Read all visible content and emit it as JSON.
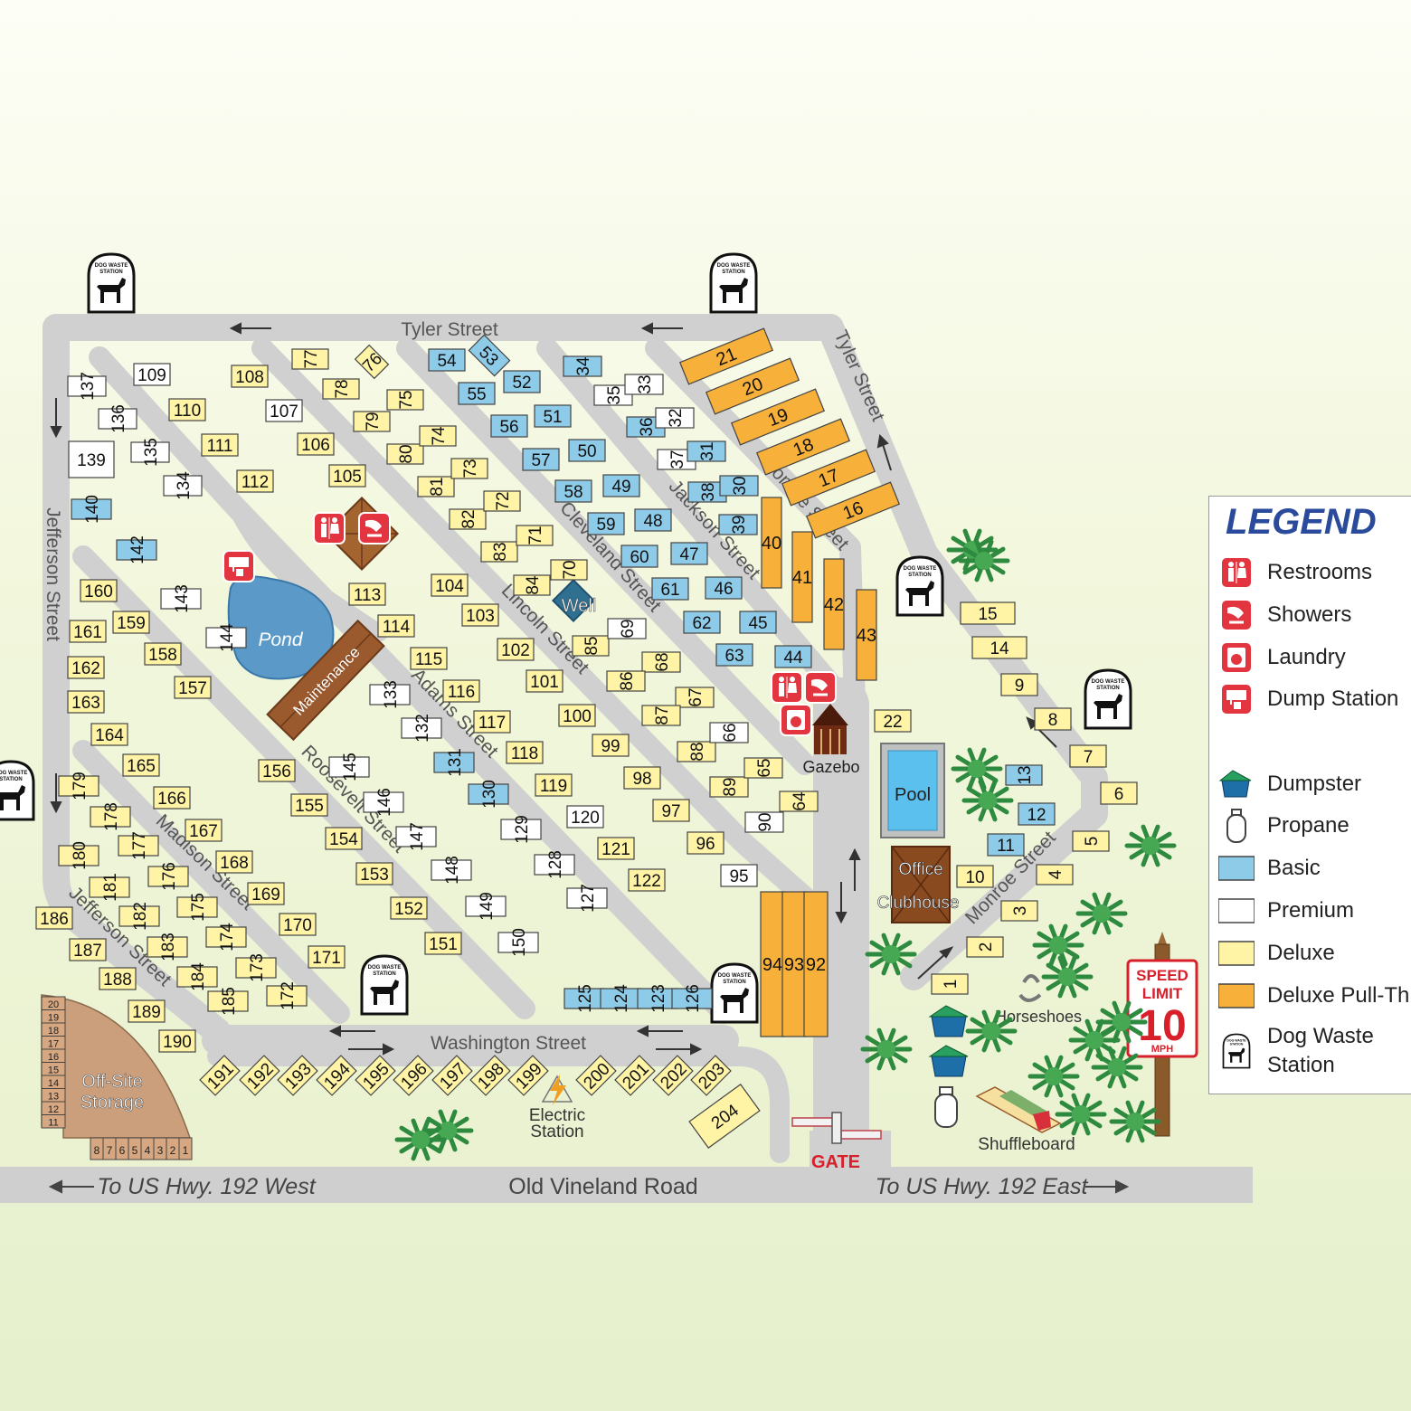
{
  "streets": {
    "tyler_top": "Tyler Street",
    "tyler_right": "Tyler Street",
    "jefferson_left": "Jefferson Street",
    "jefferson_bottom": "Jefferson Street",
    "madison": "Madison Street",
    "roosevelt": "Roosevelt Street",
    "adams": "Adams Street",
    "lincoln": "Lincoln Street",
    "cleveland": "Cleveland Street",
    "jackson": "Jackson Street",
    "monroe_top": "Monroe Street",
    "monroe_bottom": "Monroe Street",
    "washington": "Washington Street",
    "old_vineland": "Old Vineland Road",
    "to_west": "To US Hwy. 192 West",
    "to_east": "To US Hwy. 192 East"
  },
  "places": {
    "pond": "Pond",
    "maintenance": "Maintenance",
    "well": "Well",
    "gazebo": "Gazebo",
    "pool": "Pool",
    "office": "Office",
    "clubhouse": "Clubhouse",
    "horseshoes": "Horseshoes",
    "shuffleboard": "Shuffleboard",
    "electric_1": "Electric",
    "electric_2": "Station",
    "offsite_1": "Off-Site",
    "offsite_2": "Storage",
    "gate": "GATE"
  },
  "dog_station_sign": [
    "DOG WASTE",
    "STATION"
  ],
  "speed_sign": {
    "line1": "SPEED",
    "line2": "LIMIT",
    "number": "10",
    "unit": "MPH"
  },
  "legend": {
    "title": "LEGEND",
    "items": [
      {
        "label": "Restrooms",
        "icon": "restroom-icon"
      },
      {
        "label": "Showers",
        "icon": "shower-icon"
      },
      {
        "label": "Laundry",
        "icon": "laundry-icon"
      },
      {
        "label": "Dump Station",
        "icon": "dump-station-icon"
      },
      {
        "label": "Dumpster",
        "icon": "dumpster-icon"
      },
      {
        "label": "Propane",
        "icon": "propane-icon"
      },
      {
        "label": "Basic",
        "icon": "basic-swatch"
      },
      {
        "label": "Premium",
        "icon": "premium-swatch"
      },
      {
        "label": "Deluxe",
        "icon": "deluxe-swatch"
      },
      {
        "label": "Deluxe Pull-Thru",
        "icon": "deluxe-pull-thru-swatch"
      },
      {
        "label": "Dog Waste Station",
        "icon": "dog-waste-station-icon"
      }
    ]
  },
  "colors": {
    "basic": "#8ecbe8",
    "premium": "#ffffff",
    "deluxe": "#fff3a6",
    "deluxe_pull_thru": "#f7b13a",
    "road": "#d2d2d2",
    "legend_title": "#2a4a9c",
    "facility_red": "#e2353f"
  },
  "sites": [
    {
      "n": "137",
      "t": "premium"
    },
    {
      "n": "136",
      "t": "premium"
    },
    {
      "n": "135",
      "t": "premium"
    },
    {
      "n": "134",
      "t": "premium"
    },
    {
      "n": "139",
      "t": "premium"
    },
    {
      "n": "109",
      "t": "premium"
    },
    {
      "n": "108",
      "t": "deluxe"
    },
    {
      "n": "107",
      "t": "premium"
    },
    {
      "n": "110",
      "t": "deluxe"
    },
    {
      "n": "111",
      "t": "deluxe"
    },
    {
      "n": "112",
      "t": "deluxe"
    },
    {
      "n": "106",
      "t": "deluxe"
    },
    {
      "n": "105",
      "t": "deluxe"
    },
    {
      "n": "77",
      "t": "deluxe"
    },
    {
      "n": "76",
      "t": "deluxe"
    },
    {
      "n": "78",
      "t": "deluxe"
    },
    {
      "n": "79",
      "t": "deluxe"
    },
    {
      "n": "75",
      "t": "deluxe"
    },
    {
      "n": "80",
      "t": "deluxe"
    },
    {
      "n": "74",
      "t": "deluxe"
    },
    {
      "n": "81",
      "t": "deluxe"
    },
    {
      "n": "73",
      "t": "deluxe"
    },
    {
      "n": "82",
      "t": "deluxe"
    },
    {
      "n": "72",
      "t": "deluxe"
    },
    {
      "n": "83",
      "t": "deluxe"
    },
    {
      "n": "71",
      "t": "deluxe"
    },
    {
      "n": "84",
      "t": "deluxe"
    },
    {
      "n": "70",
      "t": "deluxe"
    },
    {
      "n": "85",
      "t": "deluxe"
    },
    {
      "n": "54",
      "t": "basic"
    },
    {
      "n": "53",
      "t": "basic"
    },
    {
      "n": "55",
      "t": "basic"
    },
    {
      "n": "52",
      "t": "basic"
    },
    {
      "n": "56",
      "t": "basic"
    },
    {
      "n": "51",
      "t": "basic"
    },
    {
      "n": "57",
      "t": "basic"
    },
    {
      "n": "50",
      "t": "basic"
    },
    {
      "n": "58",
      "t": "basic"
    },
    {
      "n": "49",
      "t": "basic"
    },
    {
      "n": "59",
      "t": "basic"
    },
    {
      "n": "48",
      "t": "basic"
    },
    {
      "n": "60",
      "t": "basic"
    },
    {
      "n": "47",
      "t": "basic"
    },
    {
      "n": "61",
      "t": "basic"
    },
    {
      "n": "46",
      "t": "basic"
    },
    {
      "n": "62",
      "t": "basic"
    },
    {
      "n": "45",
      "t": "basic"
    },
    {
      "n": "63",
      "t": "basic"
    },
    {
      "n": "44",
      "t": "basic"
    },
    {
      "n": "34",
      "t": "basic"
    },
    {
      "n": "35",
      "t": "premium"
    },
    {
      "n": "33",
      "t": "premium"
    },
    {
      "n": "36",
      "t": "basic"
    },
    {
      "n": "32",
      "t": "premium"
    },
    {
      "n": "37",
      "t": "premium"
    },
    {
      "n": "31",
      "t": "basic"
    },
    {
      "n": "38",
      "t": "basic"
    },
    {
      "n": "30",
      "t": "basic"
    },
    {
      "n": "39",
      "t": "basic"
    },
    {
      "n": "21",
      "t": "pull"
    },
    {
      "n": "20",
      "t": "pull"
    },
    {
      "n": "19",
      "t": "pull"
    },
    {
      "n": "18",
      "t": "pull"
    },
    {
      "n": "17",
      "t": "pull"
    },
    {
      "n": "16",
      "t": "pull"
    },
    {
      "n": "40",
      "t": "pull"
    },
    {
      "n": "41",
      "t": "pull"
    },
    {
      "n": "42",
      "t": "pull"
    },
    {
      "n": "43",
      "t": "pull"
    },
    {
      "n": "140",
      "t": "basic"
    },
    {
      "n": "142",
      "t": "basic"
    },
    {
      "n": "143",
      "t": "premium"
    },
    {
      "n": "144",
      "t": "premium"
    },
    {
      "n": "113",
      "t": "deluxe"
    },
    {
      "n": "114",
      "t": "deluxe"
    },
    {
      "n": "115",
      "t": "deluxe"
    },
    {
      "n": "116",
      "t": "deluxe"
    },
    {
      "n": "117",
      "t": "deluxe"
    },
    {
      "n": "118",
      "t": "deluxe"
    },
    {
      "n": "119",
      "t": "deluxe"
    },
    {
      "n": "120",
      "t": "premium"
    },
    {
      "n": "121",
      "t": "deluxe"
    },
    {
      "n": "122",
      "t": "deluxe"
    },
    {
      "n": "104",
      "t": "deluxe"
    },
    {
      "n": "103",
      "t": "deluxe"
    },
    {
      "n": "102",
      "t": "deluxe"
    },
    {
      "n": "101",
      "t": "deluxe"
    },
    {
      "n": "100",
      "t": "deluxe"
    },
    {
      "n": "99",
      "t": "deluxe"
    },
    {
      "n": "98",
      "t": "deluxe"
    },
    {
      "n": "97",
      "t": "deluxe"
    },
    {
      "n": "96",
      "t": "deluxe"
    },
    {
      "n": "95",
      "t": "premium"
    },
    {
      "n": "69",
      "t": "premium"
    },
    {
      "n": "68",
      "t": "deluxe"
    },
    {
      "n": "67",
      "t": "deluxe"
    },
    {
      "n": "86",
      "t": "deluxe"
    },
    {
      "n": "87",
      "t": "deluxe"
    },
    {
      "n": "88",
      "t": "deluxe"
    },
    {
      "n": "89",
      "t": "deluxe"
    },
    {
      "n": "66",
      "t": "premium"
    },
    {
      "n": "65",
      "t": "deluxe"
    },
    {
      "n": "64",
      "t": "deluxe"
    },
    {
      "n": "90",
      "t": "premium"
    },
    {
      "n": "133",
      "t": "premium"
    },
    {
      "n": "132",
      "t": "premium"
    },
    {
      "n": "131",
      "t": "basic"
    },
    {
      "n": "130",
      "t": "basic"
    },
    {
      "n": "129",
      "t": "premium"
    },
    {
      "n": "128",
      "t": "premium"
    },
    {
      "n": "127",
      "t": "premium"
    },
    {
      "n": "160",
      "t": "deluxe"
    },
    {
      "n": "161",
      "t": "deluxe"
    },
    {
      "n": "159",
      "t": "deluxe"
    },
    {
      "n": "158",
      "t": "deluxe"
    },
    {
      "n": "162",
      "t": "deluxe"
    },
    {
      "n": "157",
      "t": "deluxe"
    },
    {
      "n": "163",
      "t": "deluxe"
    },
    {
      "n": "164",
      "t": "deluxe"
    },
    {
      "n": "165",
      "t": "deluxe"
    },
    {
      "n": "166",
      "t": "deluxe"
    },
    {
      "n": "167",
      "t": "deluxe"
    },
    {
      "n": "168",
      "t": "deluxe"
    },
    {
      "n": "169",
      "t": "deluxe"
    },
    {
      "n": "170",
      "t": "deluxe"
    },
    {
      "n": "171",
      "t": "deluxe"
    },
    {
      "n": "156",
      "t": "deluxe"
    },
    {
      "n": "155",
      "t": "deluxe"
    },
    {
      "n": "154",
      "t": "deluxe"
    },
    {
      "n": "153",
      "t": "deluxe"
    },
    {
      "n": "152",
      "t": "deluxe"
    },
    {
      "n": "151",
      "t": "deluxe"
    },
    {
      "n": "145",
      "t": "premium"
    },
    {
      "n": "146",
      "t": "premium"
    },
    {
      "n": "147",
      "t": "premium"
    },
    {
      "n": "148",
      "t": "premium"
    },
    {
      "n": "149",
      "t": "premium"
    },
    {
      "n": "150",
      "t": "premium"
    },
    {
      "n": "179",
      "t": "deluxe"
    },
    {
      "n": "178",
      "t": "deluxe"
    },
    {
      "n": "177",
      "t": "deluxe"
    },
    {
      "n": "176",
      "t": "deluxe"
    },
    {
      "n": "175",
      "t": "deluxe"
    },
    {
      "n": "174",
      "t": "deluxe"
    },
    {
      "n": "173",
      "t": "deluxe"
    },
    {
      "n": "172",
      "t": "deluxe"
    },
    {
      "n": "180",
      "t": "deluxe"
    },
    {
      "n": "181",
      "t": "deluxe"
    },
    {
      "n": "182",
      "t": "deluxe"
    },
    {
      "n": "183",
      "t": "deluxe"
    },
    {
      "n": "184",
      "t": "deluxe"
    },
    {
      "n": "185",
      "t": "deluxe"
    },
    {
      "n": "186",
      "t": "deluxe"
    },
    {
      "n": "187",
      "t": "deluxe"
    },
    {
      "n": "188",
      "t": "deluxe"
    },
    {
      "n": "189",
      "t": "deluxe"
    },
    {
      "n": "190",
      "t": "deluxe"
    },
    {
      "n": "125",
      "t": "basic"
    },
    {
      "n": "124",
      "t": "basic"
    },
    {
      "n": "123",
      "t": "basic"
    },
    {
      "n": "126",
      "t": "basic"
    },
    {
      "n": "94",
      "t": "pull"
    },
    {
      "n": "93",
      "t": "pull"
    },
    {
      "n": "92",
      "t": "pull"
    },
    {
      "n": "191",
      "t": "deluxe"
    },
    {
      "n": "192",
      "t": "deluxe"
    },
    {
      "n": "193",
      "t": "deluxe"
    },
    {
      "n": "194",
      "t": "deluxe"
    },
    {
      "n": "195",
      "t": "deluxe"
    },
    {
      "n": "196",
      "t": "deluxe"
    },
    {
      "n": "197",
      "t": "deluxe"
    },
    {
      "n": "198",
      "t": "deluxe"
    },
    {
      "n": "199",
      "t": "deluxe"
    },
    {
      "n": "200",
      "t": "deluxe"
    },
    {
      "n": "201",
      "t": "deluxe"
    },
    {
      "n": "202",
      "t": "deluxe"
    },
    {
      "n": "203",
      "t": "deluxe"
    },
    {
      "n": "204",
      "t": "deluxe"
    },
    {
      "n": "22",
      "t": "deluxe"
    },
    {
      "n": "15",
      "t": "deluxe"
    },
    {
      "n": "14",
      "t": "deluxe"
    },
    {
      "n": "9",
      "t": "deluxe"
    },
    {
      "n": "8",
      "t": "deluxe"
    },
    {
      "n": "7",
      "t": "deluxe"
    },
    {
      "n": "6",
      "t": "deluxe"
    },
    {
      "n": "13",
      "t": "basic"
    },
    {
      "n": "12",
      "t": "basic"
    },
    {
      "n": "11",
      "t": "basic"
    },
    {
      "n": "10",
      "t": "deluxe"
    },
    {
      "n": "5",
      "t": "deluxe"
    },
    {
      "n": "4",
      "t": "deluxe"
    },
    {
      "n": "3",
      "t": "deluxe"
    },
    {
      "n": "2",
      "t": "deluxe"
    },
    {
      "n": "1",
      "t": "deluxe"
    }
  ],
  "storage": {
    "column": [
      "20",
      "19",
      "18",
      "17",
      "16",
      "15",
      "14",
      "13",
      "12",
      "11"
    ],
    "row": [
      "8",
      "7",
      "6",
      "5",
      "4",
      "3",
      "2",
      "1"
    ]
  }
}
